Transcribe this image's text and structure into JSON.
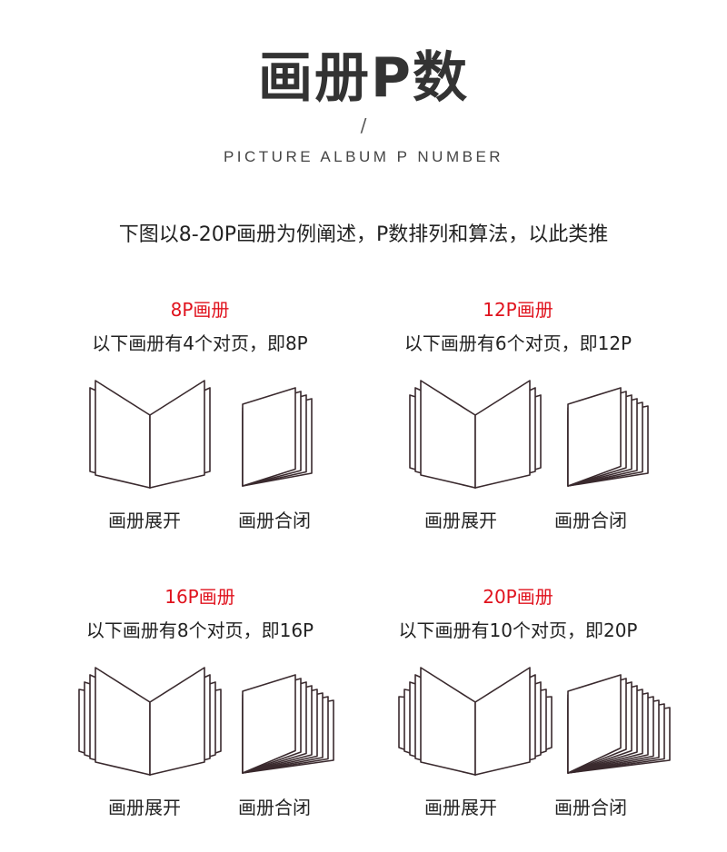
{
  "header": {
    "title": "画册P数",
    "separator": "/",
    "subtitle": "PICTURE ALBUM P NUMBER"
  },
  "intro": "下图以8-20P画册为例阐述，P数排列和算法，以此类推",
  "albums": [
    {
      "heading": "8P画册",
      "description": "以下画册有4个对页，即8P",
      "open_caption": "画册展开",
      "closed_caption": "画册合闭"
    },
    {
      "heading": "12P画册",
      "description": "以下画册有6个对页，即12P",
      "open_caption": "画册展开",
      "closed_caption": "画册合闭"
    },
    {
      "heading": "16P画册",
      "description": "以下画册有8个对页，即16P",
      "open_caption": "画册展开",
      "closed_caption": "画册合闭"
    },
    {
      "heading": "20P画册",
      "description": "以下画册有10个对页，即20P",
      "open_caption": "画册展开",
      "closed_caption": "画册合闭"
    }
  ],
  "colors": {
    "heading": "#e0121d",
    "text": "#222222",
    "book_line": "#3a2a2e"
  },
  "icons": [
    "open-book-icon",
    "closed-book-icon"
  ]
}
